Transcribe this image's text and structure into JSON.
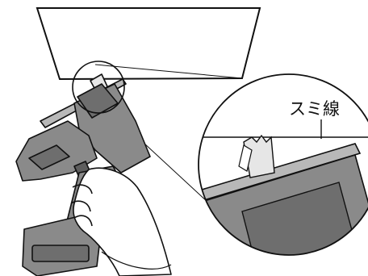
{
  "figure": {
    "callout_label": "スミ線",
    "colors": {
      "tool_body": "#8a8a8a",
      "tool_dark": "#5e5e5e",
      "tool_light": "#b8b8b8",
      "board": "#ffffff",
      "outline": "#111111",
      "blade": "#e6e6e6"
    },
    "parts": [
      "workpiece-board",
      "reciprocating-saw",
      "blade",
      "hand",
      "magnified-callout",
      "cut-guide-line"
    ]
  }
}
